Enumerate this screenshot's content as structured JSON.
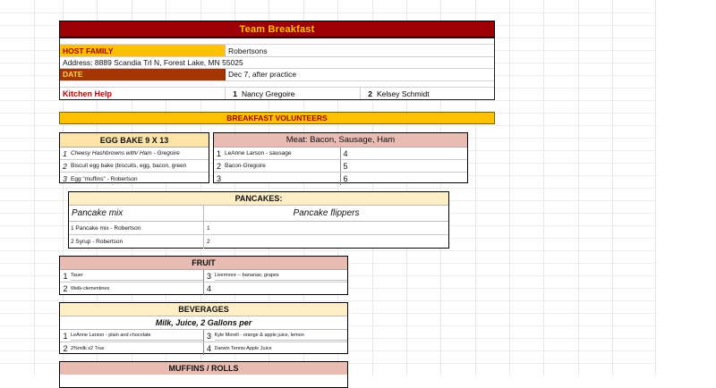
{
  "document": {
    "title": "Team Breakfast"
  },
  "colors": {
    "title_bg": "#9c0006",
    "title_fg": "#ffc000",
    "gold": "#ffc000",
    "date_bg": "#a33603",
    "pink": "#e8bcb2",
    "cream": "#fdeec6",
    "tan": "#fce4a6",
    "kitchen_label": "#c00000"
  },
  "info": {
    "host_family_label": "HOST FAMILY",
    "host_family_value": "Robertsons",
    "address": "Address: 8889 Scandia Trl N, Forest Lake, MN 55025",
    "date_label": "DATE",
    "date_value": "Dec 7, after practice",
    "kitchen_help_label": "Kitchen Help",
    "kitchen_help": [
      {
        "num": "1",
        "name": "Nancy Gregoire"
      },
      {
        "num": "2",
        "name": "Kelsey Schmidt"
      }
    ]
  },
  "volunteers_banner": "BREAKFAST VOLUNTEERS",
  "egg_bake": {
    "header": "EGG BAKE 9 X 13",
    "rows": [
      {
        "num": "1",
        "text": "Cheesy Hashbrowns with/ Ham - Gregoire"
      },
      {
        "num": "2",
        "text": "Biscuit egg bake (biscuits, egg, bacon, green"
      },
      {
        "num": "3",
        "text": "Egg \"muffins\" - Robertson"
      }
    ]
  },
  "meat": {
    "header": "Meat: Bacon, Sausage, Ham",
    "rows": [
      {
        "left_num": "1",
        "left_text": "LeAnne Larson - sausage",
        "right_num": "4",
        "right_text": ""
      },
      {
        "left_num": "2",
        "left_text": "Bacon-Gregoire",
        "right_num": "5",
        "right_text": ""
      },
      {
        "left_num": "3",
        "left_text": "",
        "right_num": "6",
        "right_text": ""
      }
    ]
  },
  "pancakes": {
    "header": "PANCAKES:",
    "sub_left": "Pancake mix",
    "sub_right": "Pancake flippers",
    "rows": [
      {
        "left": "1 Pancake mix - Robertson",
        "right": "1"
      },
      {
        "left": "2 Syrup - Robertson",
        "right": "2"
      }
    ]
  },
  "fruit": {
    "header": "FRUIT",
    "rows": [
      {
        "left_num": "1",
        "left_text": "Tauer",
        "right_num": "3",
        "right_text": "Livermore -- bananas; grapes"
      },
      {
        "left_num": "2",
        "left_text": "Welk-clementines",
        "right_num": "4",
        "right_text": ""
      }
    ]
  },
  "beverages": {
    "header": "BEVERAGES",
    "sub": "Milk, Juice, 2 Gallons per",
    "rows": [
      {
        "left_num": "1",
        "left_text": "LeAnne Larson - plain and chocolate",
        "right_num": "3",
        "right_text": "Kyle Morell - orange & apple juice, lemon"
      },
      {
        "left_num": "2",
        "left_text": "2%milk x2 True",
        "right_num": "4",
        "right_text": "Darwin Tennis Apple Juice"
      }
    ]
  },
  "muffins": {
    "header": "MUFFINS / ROLLS"
  }
}
